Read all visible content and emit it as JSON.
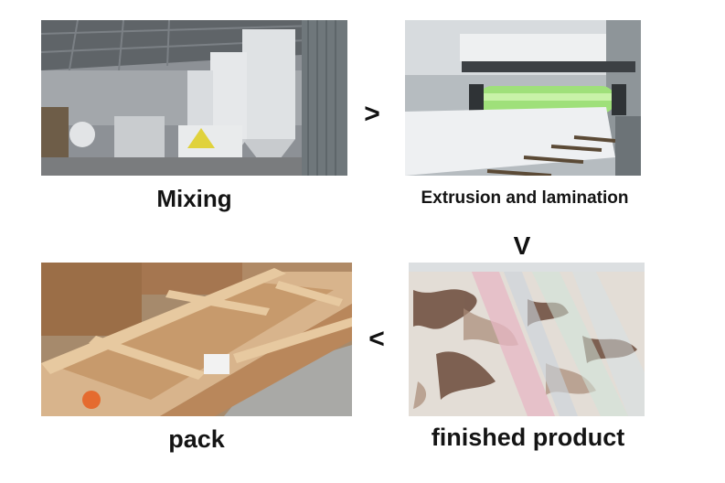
{
  "steps": [
    {
      "label": "Mixing",
      "photo": "factory mixing silos photo"
    },
    {
      "label": "Extrusion and lamination",
      "photo": "extrusion and lamination machine photo"
    },
    {
      "label": "finished product",
      "photo": "finished marble sheets photo"
    },
    {
      "label": "pack",
      "photo": "wooden crates packing photo"
    }
  ],
  "arrows": [
    {
      "glyph": ">",
      "from": "Mixing",
      "to": "Extrusion and lamination"
    },
    {
      "glyph": "V",
      "from": "Extrusion and lamination",
      "to": "finished product"
    },
    {
      "glyph": "<",
      "from": "finished product",
      "to": "pack"
    }
  ],
  "colors": {
    "text": "#141414",
    "background": "#ffffff"
  }
}
